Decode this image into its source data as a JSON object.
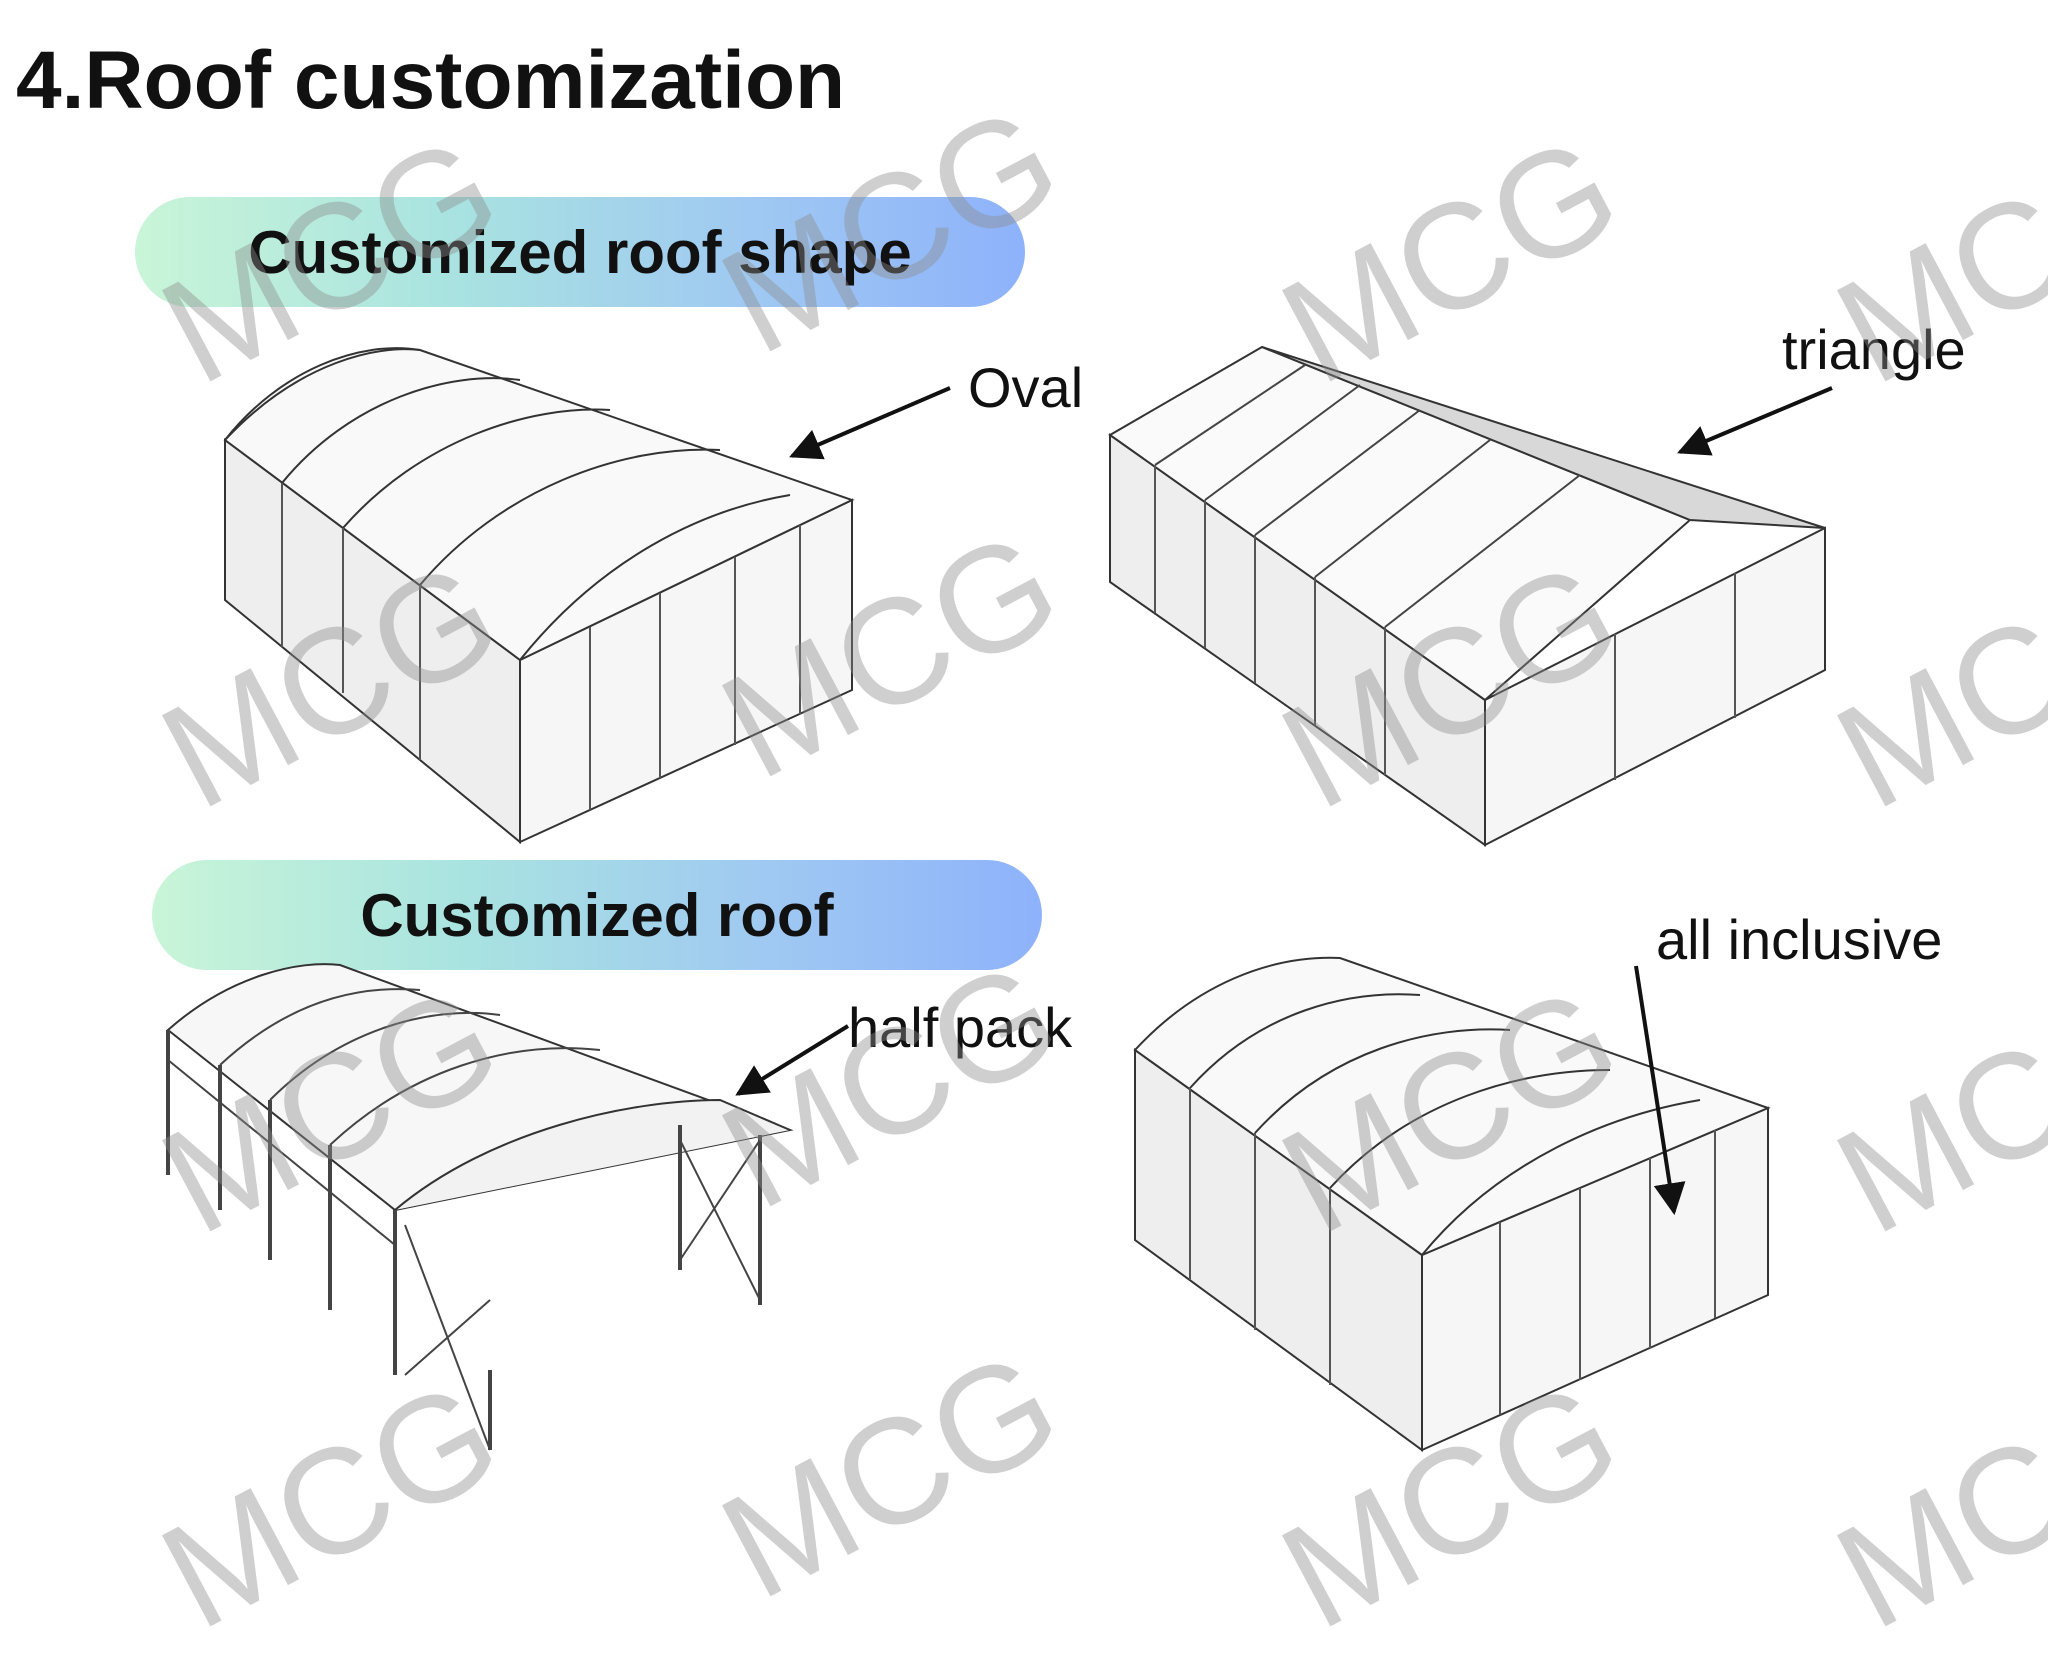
{
  "title": "4.Roof customization",
  "sections": [
    {
      "heading": "Customized roof shape"
    },
    {
      "heading": "Customized roof"
    }
  ],
  "labels": {
    "oval": "Oval",
    "triangle": "triangle",
    "half_pack": "half pack",
    "all_inclusive": "all inclusive"
  },
  "watermark": "MCG",
  "colors": {
    "pill_gradient_start": "#c9f5d8",
    "pill_gradient_end": "#8eb2fb"
  }
}
